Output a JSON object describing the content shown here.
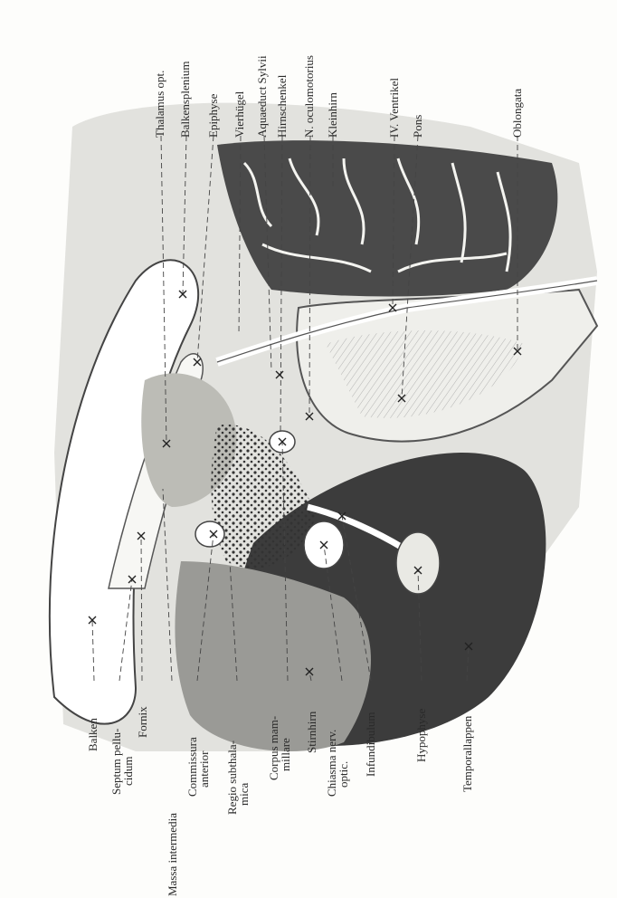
{
  "figure": {
    "labels_top": [
      "Thalamus opt.",
      "Balkensplenium",
      "Epiphyse",
      "Vierhügel",
      "Aquaeduct Sylvii",
      "Hirnschenkel",
      "N. oculomotorius",
      "Kleinhirn",
      "IV. Ventrikel",
      "Pons",
      "Oblongata"
    ],
    "labels_bottom": [
      "Balken",
      "Septum pellu-",
      "cidum",
      "Fornix",
      "Massa intermedia",
      "Commissura",
      "anterior",
      "Regio subthala-",
      "mica",
      "Corpus mam-",
      "millare",
      "Stirnhirn",
      "Chiasma nerv.",
      "optic.",
      "Infundibulum",
      "Hypophyse",
      "Temporallappen"
    ]
  },
  "colors": {
    "ink": "#2a2a2a",
    "paper": "#fdfdfb",
    "dark_tissue": "#3a3a3a",
    "mid_tissue": "#8a8a8a",
    "light_tissue": "#d8d8d4"
  }
}
